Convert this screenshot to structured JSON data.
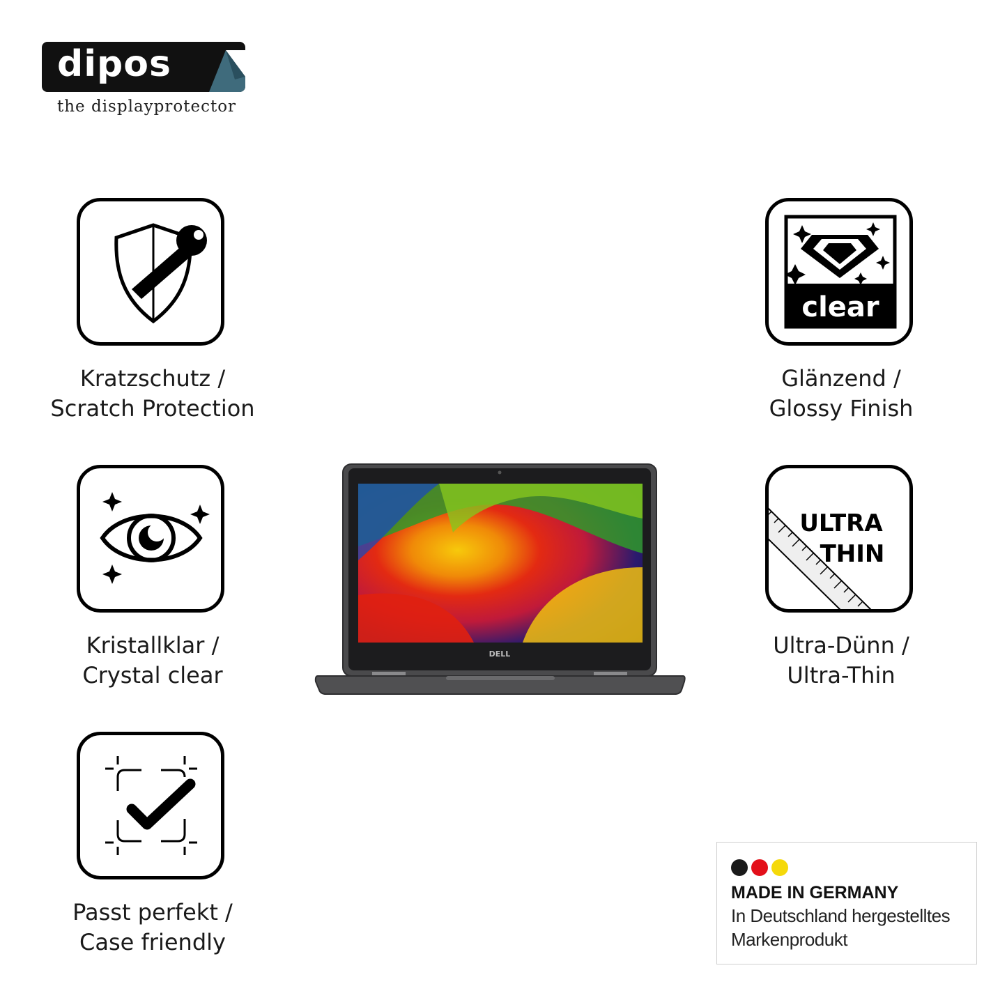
{
  "brand": {
    "name": "dipos",
    "tagline": "the displayprotector"
  },
  "features": [
    {
      "icon": "shield-key-icon",
      "line1": "Kratzschutz /",
      "line2": "Scratch Protection"
    },
    {
      "icon": "diamond-clear-icon",
      "icon_text": "clear",
      "line1": "Glänzend /",
      "line2": "Glossy Finish"
    },
    {
      "icon": "eye-sparkle-icon",
      "line1": "Kristallklar /",
      "line2": "Crystal clear"
    },
    {
      "icon": "ruler-ultra-thin-icon",
      "icon_text_1": "ULTRA",
      "icon_text_2": "THIN",
      "line1": "Ultra-Dünn /",
      "line2": "Ultra-Thin"
    },
    {
      "icon": "frame-check-icon",
      "line1": "Passt perfekt /",
      "line2": "Case friendly"
    }
  ],
  "laptop": {
    "brand_label": "DELL"
  },
  "made_in": {
    "title": "MADE IN GERMANY",
    "line1": "In Deutschland hergestelltes",
    "line2": "Markenprodukt",
    "flag_colors": [
      "#1a1a1a",
      "#e3101a",
      "#f5d90a"
    ]
  }
}
